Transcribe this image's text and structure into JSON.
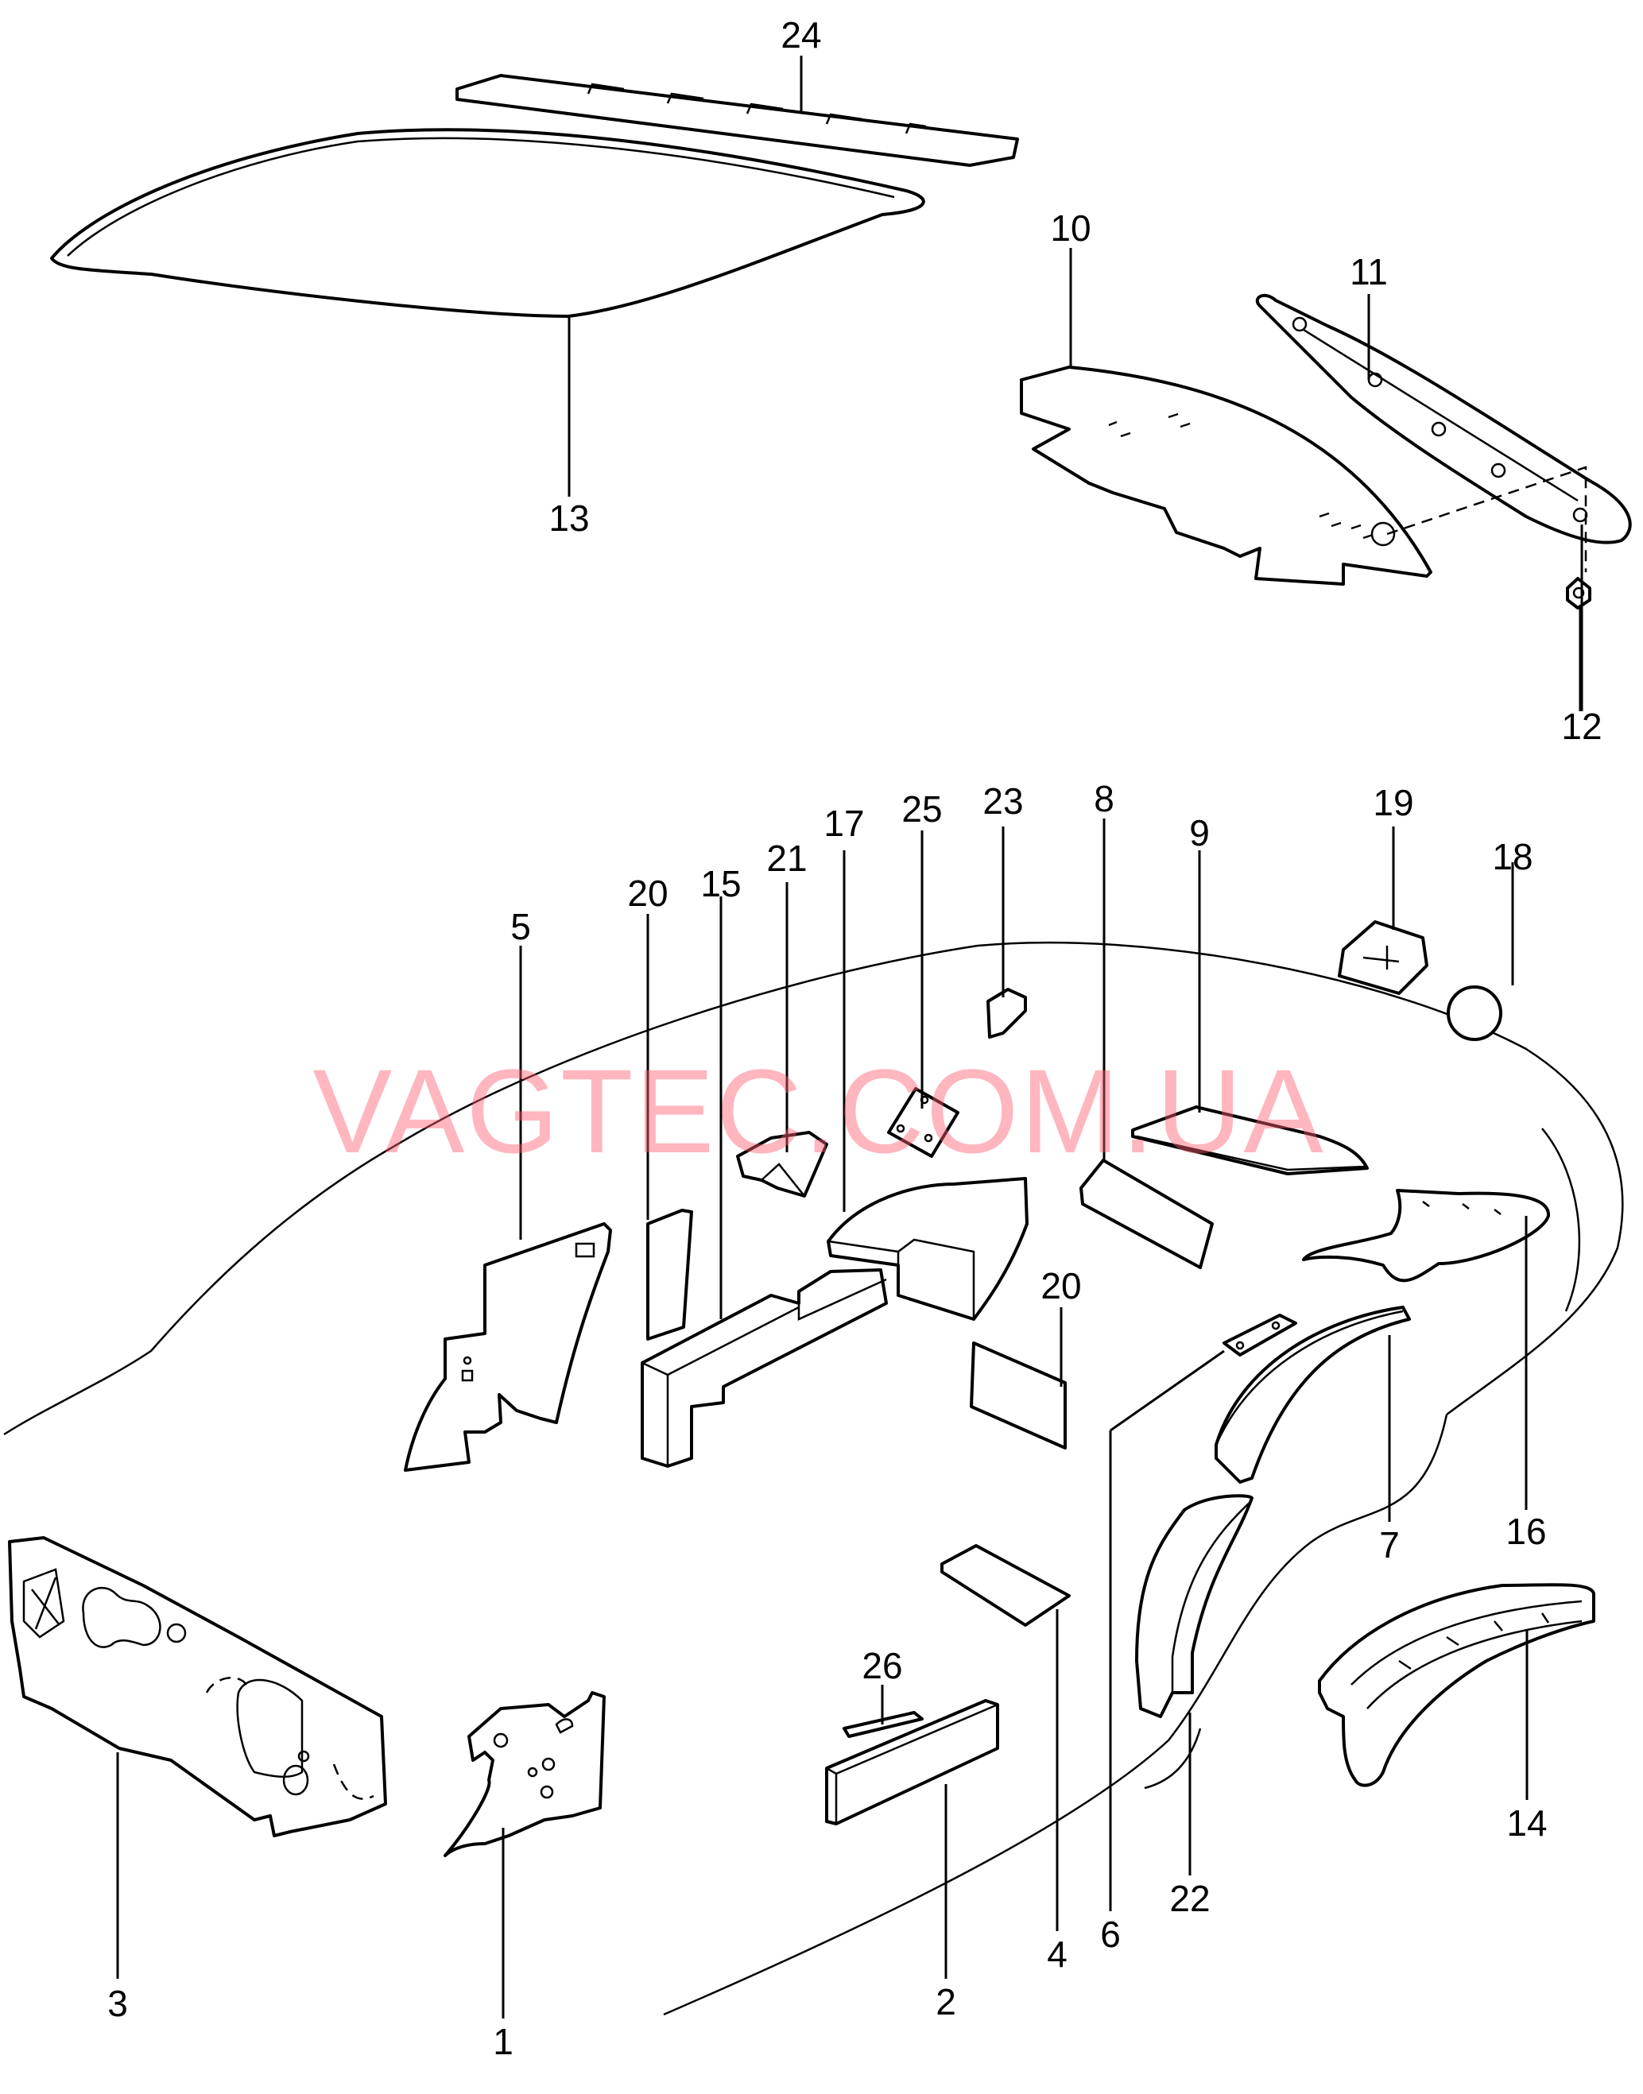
{
  "watermark": "VAGTEC.COM.UA",
  "watermark_color": "#ff5e6e",
  "callouts": {
    "c1": "1",
    "c2": "2",
    "c3": "3",
    "c4": "4",
    "c5": "5",
    "c6": "6",
    "c7": "7",
    "c8": "8",
    "c9": "9",
    "c10": "10",
    "c11": "11",
    "c12": "12",
    "c13": "13",
    "c14": "14",
    "c15": "15",
    "c16": "16",
    "c17": "17",
    "c18": "18",
    "c19": "19",
    "c20a": "20",
    "c20b": "20",
    "c21": "21",
    "c22": "22",
    "c23": "23",
    "c24": "24",
    "c25": "25",
    "c26": "26"
  }
}
